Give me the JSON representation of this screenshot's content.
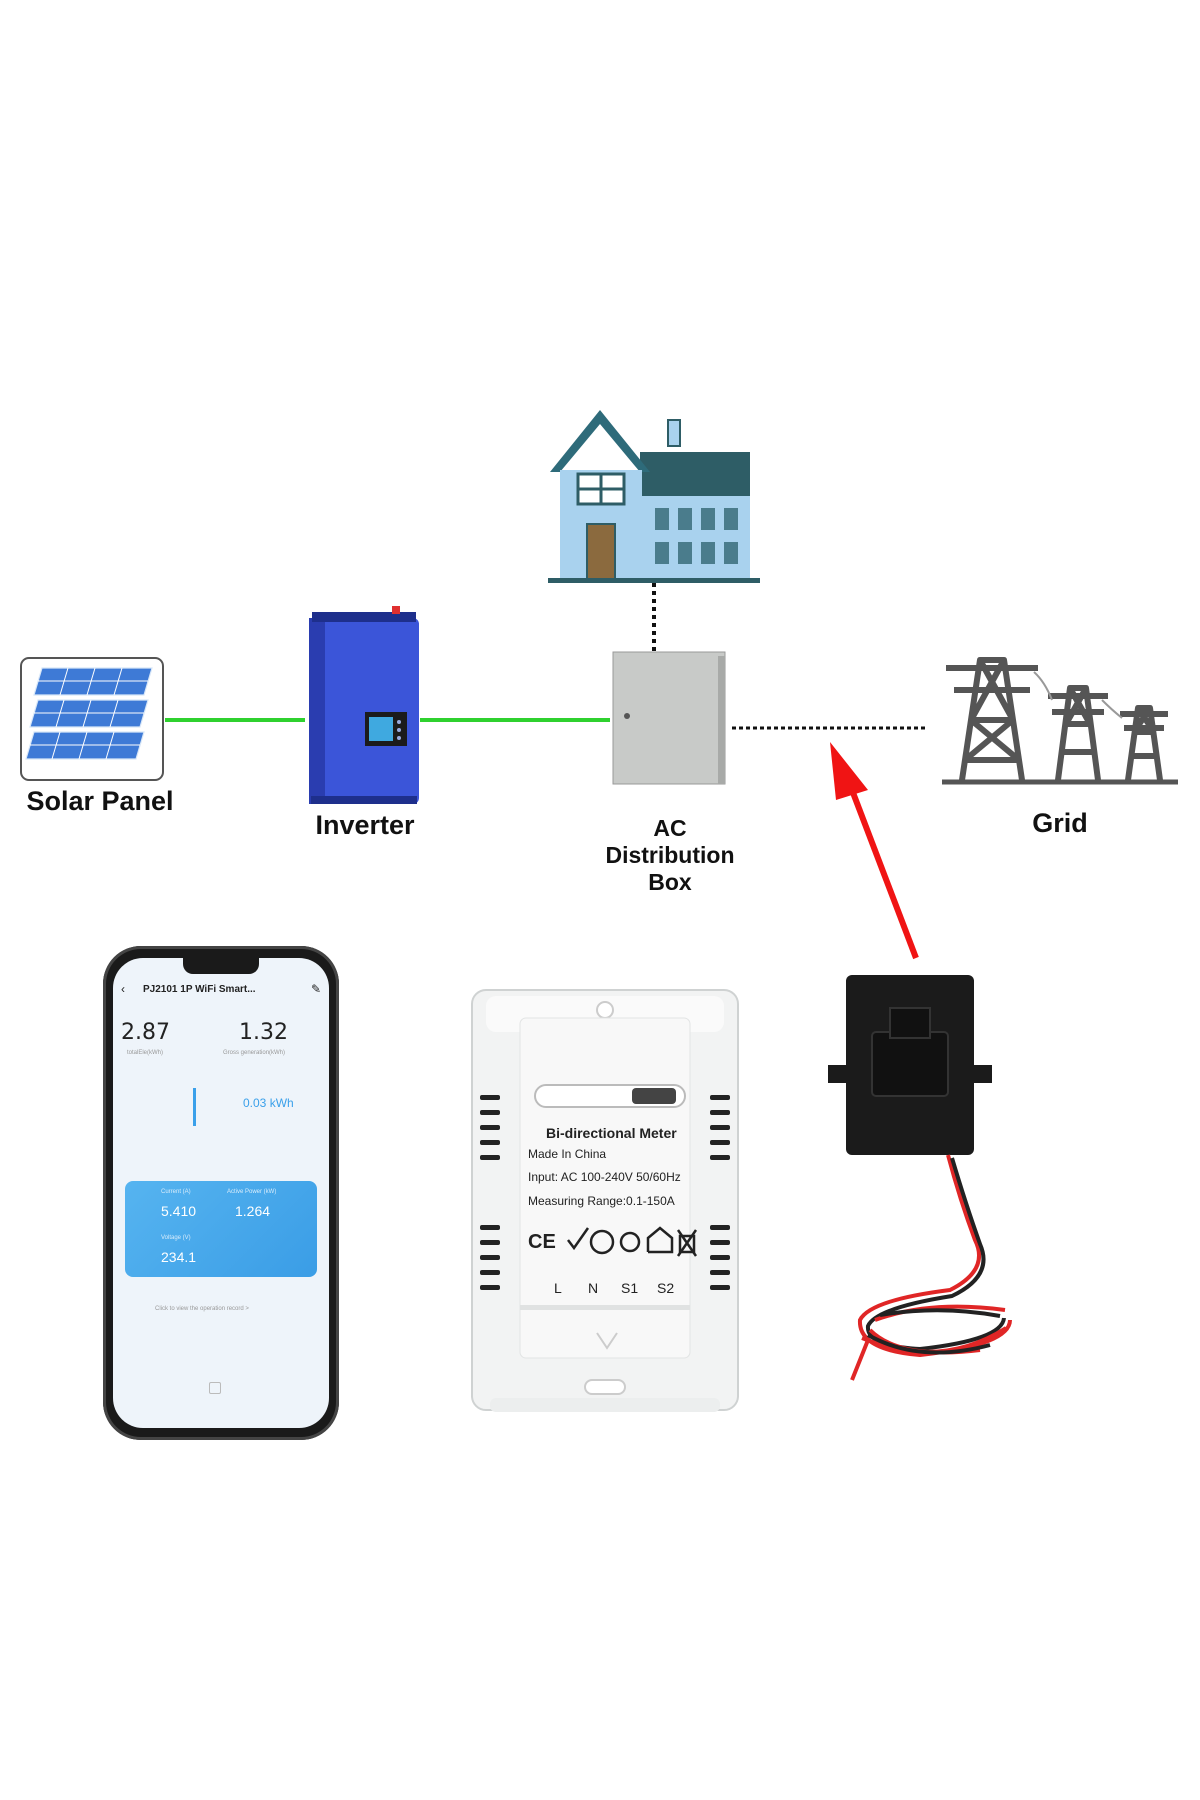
{
  "labels": {
    "solar_panel": "Solar Panel",
    "inverter": "Inverter",
    "ac_box": [
      "AC",
      "Distribution",
      "Box"
    ],
    "grid": "Grid"
  },
  "phone": {
    "title": "PJ2101 1P WiFi Smart...",
    "total_value": "2.87",
    "total_label": "totalEle(kWh)",
    "gross_value": "1.32",
    "gross_label": "Gross generation(kWh)",
    "current_kwh": "0.03 kWh",
    "card": {
      "current_label": "Current (A)",
      "current_value": "5.410",
      "power_label": "Active Power (kW)",
      "power_value": "1.264",
      "voltage_label": "Voltage (V)",
      "voltage_value": "234.1"
    },
    "footer": "Click to view the operation record >"
  },
  "meter": {
    "title": "Bi-directional Meter",
    "line1": "Made In China",
    "line2": "Input: AC 100-240V 50/60Hz",
    "line3": "Measuring Range:0.1-150A",
    "terminals": [
      "L",
      "N",
      "S1",
      "S2"
    ]
  },
  "colors": {
    "line_green": "#2fd12f",
    "arrow_red": "#f01414",
    "inverter_blue": "#3b55d9",
    "house_blue": "#a9d2ee",
    "roof_teal": "#2e5d66",
    "tower_gray": "#555555"
  }
}
